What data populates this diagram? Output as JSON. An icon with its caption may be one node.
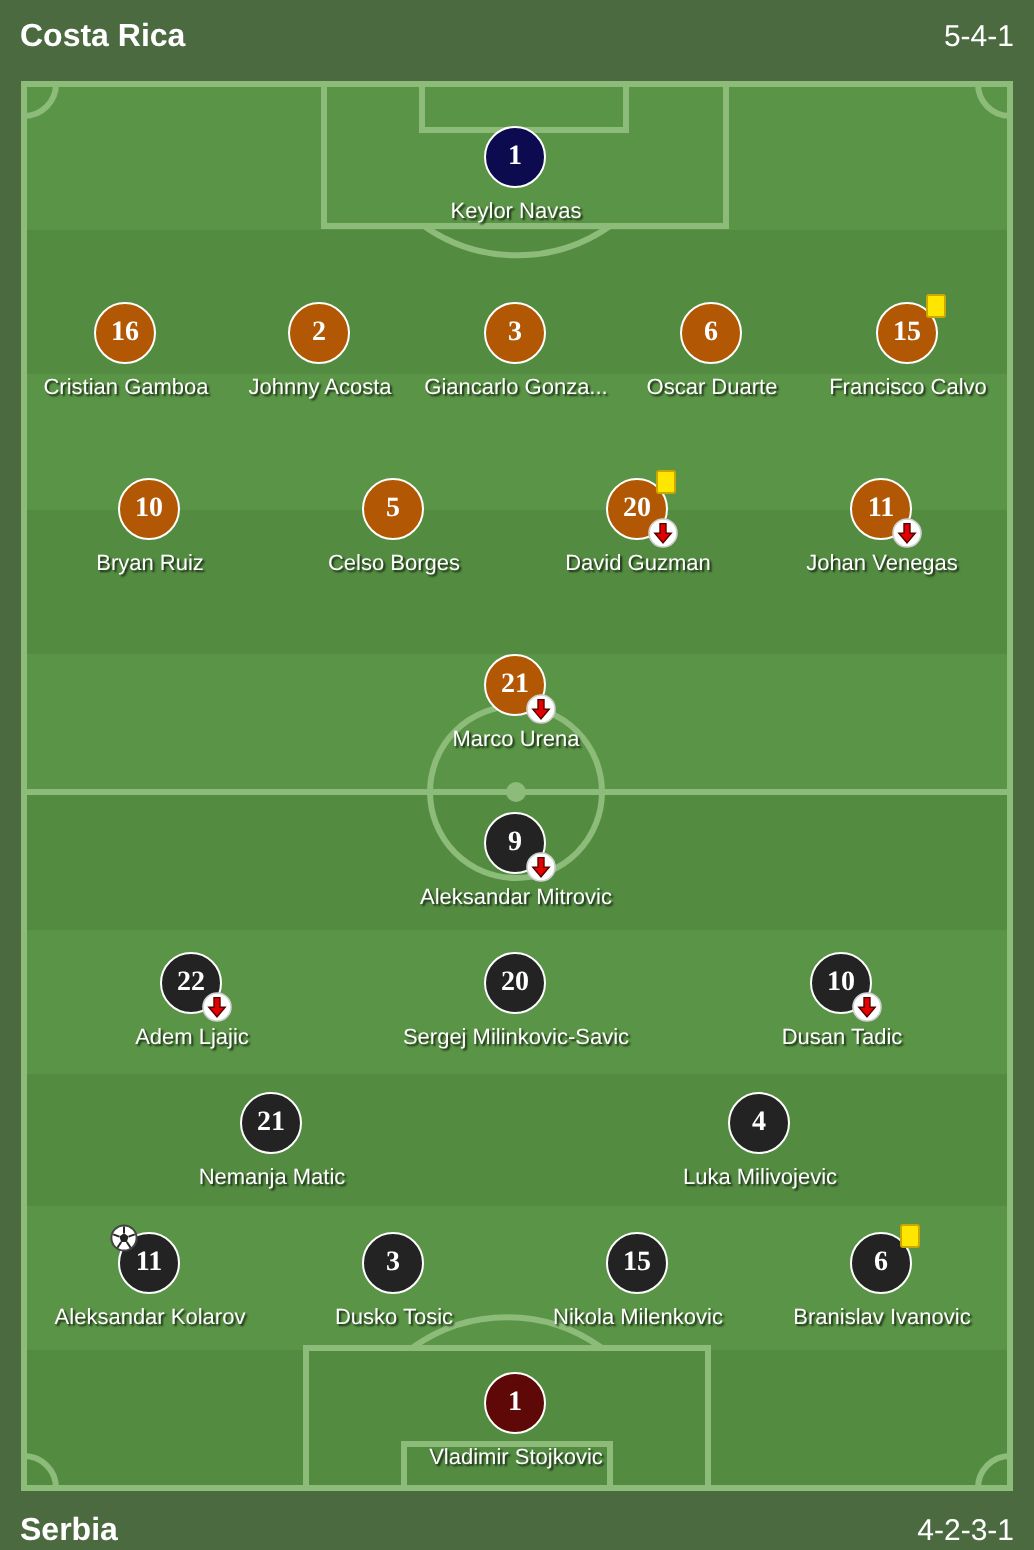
{
  "diagram": {
    "nodes": [
      {
        "text": [
          "1"
        ],
        "beside": [
          "Keylor Navas"
        ]
      },
      {
        "text": [
          "16"
        ],
        "beside": [
          "Cristian Gamboa"
        ]
      },
      {
        "text": [
          "2"
        ],
        "beside": [
          "Johnny Acosta"
        ]
      },
      {
        "text": [
          "3"
        ],
        "beside": [
          "Giancarlo Gonza..."
        ]
      },
      {
        "text": [
          "6"
        ],
        "beside": [
          "Oscar Duarte"
        ]
      },
      {
        "text": [
          "15"
        ],
        "beside": [
          "Francisco Calvo"
        ]
      },
      {
        "text": [
          "10"
        ],
        "beside": [
          "Bryan Ruiz"
        ]
      },
      {
        "text": [
          "5"
        ],
        "beside": [
          "Celso Borges"
        ]
      },
      {
        "text": [
          "20"
        ],
        "beside": [
          "David Guzman"
        ]
      },
      {
        "text": [
          "11"
        ],
        "beside": [
          "Johan Venegas"
        ]
      },
      {
        "text": [
          "21"
        ],
        "beside": [
          "Marco Urena"
        ]
      },
      {
        "text": [
          "9"
        ],
        "beside": [
          "Aleksandar Mitrovic"
        ]
      },
      {
        "text": [
          "22"
        ],
        "beside": [
          "Adem Ljajic"
        ]
      },
      {
        "text": [
          "20"
        ],
        "beside": [
          "Sergej Milinkovic-Savic"
        ]
      },
      {
        "text": [
          "10"
        ],
        "beside": [
          "Dusan Tadic"
        ]
      },
      {
        "text": [
          "21"
        ],
        "beside": [
          "Nemanja Matic"
        ]
      },
      {
        "text": [
          "4"
        ],
        "beside": [
          "Luka Milivojevic"
        ]
      },
      {
        "text": [
          "11"
        ],
        "beside": [
          "Aleksandar Kolarov"
        ]
      },
      {
        "text": [
          "3"
        ],
        "beside": [
          "Dusko Tosic"
        ]
      },
      {
        "text": [
          "15"
        ],
        "beside": [
          "Nikola Milenkovic"
        ]
      },
      {
        "text": [
          "6"
        ],
        "beside": [
          "Branislav Ivanovic"
        ]
      },
      {
        "text": [
          "1"
        ],
        "beside": [
          "Vladimir Stojkovic"
        ]
      }
    ],
    "labels": [
      "Costa Rica",
      "5-4-1",
      "Serbia",
      "4-2-3-1"
    ]
  }
}
